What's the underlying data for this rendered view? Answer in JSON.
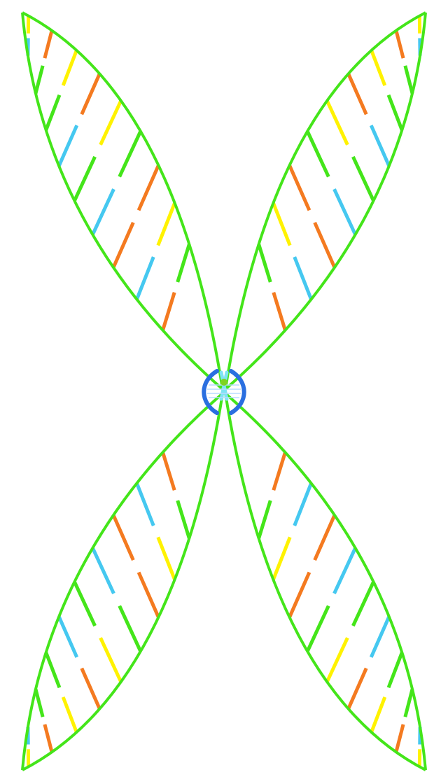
{
  "illustration": {
    "subject": "chromosome-x-dna",
    "colors": {
      "strand": "#44e51a",
      "blue": "#45c8f0",
      "yellow": "#fff200",
      "green": "#44e51a",
      "orange": "#f47a20",
      "logo_blue": "#2a6fe0",
      "logo_light": "#7fe3f5"
    },
    "rung_pairs": [
      [
        "blue",
        "yellow"
      ],
      [
        "green",
        "orange"
      ],
      [
        "green",
        "yellow"
      ],
      [
        "blue",
        "orange"
      ],
      [
        "green",
        "yellow"
      ],
      [
        "blue",
        "green"
      ],
      [
        "orange",
        "orange"
      ],
      [
        "blue",
        "yellow"
      ],
      [
        "orange",
        "green"
      ]
    ],
    "center_icon": "dna-helix-icon"
  }
}
